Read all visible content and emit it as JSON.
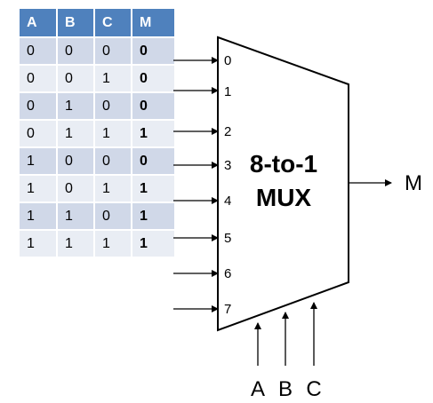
{
  "table": {
    "headers": [
      "A",
      "B",
      "C",
      "M"
    ],
    "rows": [
      [
        "0",
        "0",
        "0",
        "0"
      ],
      [
        "0",
        "0",
        "1",
        "0"
      ],
      [
        "0",
        "1",
        "0",
        "0"
      ],
      [
        "0",
        "1",
        "1",
        "1"
      ],
      [
        "1",
        "0",
        "0",
        "0"
      ],
      [
        "1",
        "0",
        "1",
        "1"
      ],
      [
        "1",
        "1",
        "0",
        "1"
      ],
      [
        "1",
        "1",
        "1",
        "1"
      ]
    ],
    "header_color": "#4f81bd",
    "row_colors": [
      "#d0d8e8",
      "#e9edf4"
    ]
  },
  "mux": {
    "label_line1": "8-to-1",
    "label_line2": "MUX",
    "inputs": [
      "0",
      "1",
      "2",
      "3",
      "4",
      "5",
      "6",
      "7"
    ],
    "output_label": "M",
    "select_labels": [
      "A",
      "B",
      "C"
    ]
  }
}
